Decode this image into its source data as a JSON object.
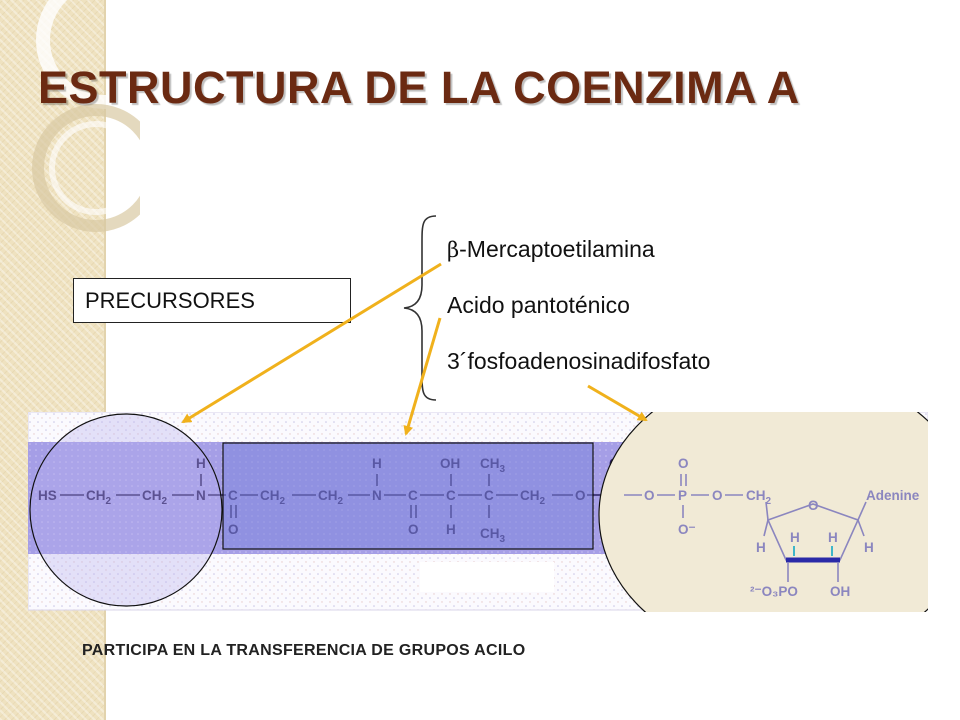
{
  "title": "ESTRUCTURA DE LA COENZIMA A",
  "precursors_label": "PRECURSORES",
  "precursors": [
    {
      "symbol": "β",
      "text": "-Mercaptoetilamina"
    },
    {
      "text": "Acido pantoténico"
    },
    {
      "text": "3´fosfoadenosinadifosfato"
    }
  ],
  "footer": "PARTICIPA EN LA TRANSFERENCIA DE GRUPOS ACILO",
  "molecule": {
    "hs": "HS",
    "ch2": "CH",
    "sub2": "2",
    "sub3": "3",
    "n": "N",
    "h": "H",
    "c": "C",
    "o": "O",
    "oh": "OH",
    "ch3": "CH",
    "p": "P",
    "o_minus": "O⁻",
    "adenine": "Adenine",
    "phosphate_group": "²⁻O₃PO",
    "dash": "—"
  },
  "colors": {
    "title": "#6b2a12",
    "band": "#efe2c0",
    "arrow": "#f0b11c",
    "strip_purple": "#a59ee6",
    "highlight_blue": "#7f86dc",
    "ellipse_fill": "#f1ead6",
    "adenosine_fill": "#8b86bf"
  }
}
